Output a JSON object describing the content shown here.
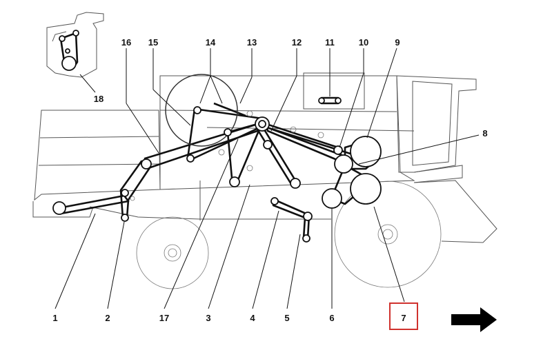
{
  "callouts": [
    {
      "id": "1",
      "text": "1"
    },
    {
      "id": "2",
      "text": "2"
    },
    {
      "id": "3",
      "text": "3"
    },
    {
      "id": "4",
      "text": "4"
    },
    {
      "id": "5",
      "text": "5"
    },
    {
      "id": "6",
      "text": "6"
    },
    {
      "id": "7",
      "text": "7",
      "highlighted": true
    },
    {
      "id": "8",
      "text": "8"
    },
    {
      "id": "9",
      "text": "9"
    },
    {
      "id": "10",
      "text": "10"
    },
    {
      "id": "11",
      "text": "11"
    },
    {
      "id": "12",
      "text": "12"
    },
    {
      "id": "13",
      "text": "13"
    },
    {
      "id": "14",
      "text": "14"
    },
    {
      "id": "15",
      "text": "15"
    },
    {
      "id": "16",
      "text": "16"
    },
    {
      "id": "17",
      "text": "17"
    },
    {
      "id": "18",
      "text": "18"
    }
  ],
  "highlight_color": "#d0312d",
  "direction_arrow": "right-arrow-icon"
}
